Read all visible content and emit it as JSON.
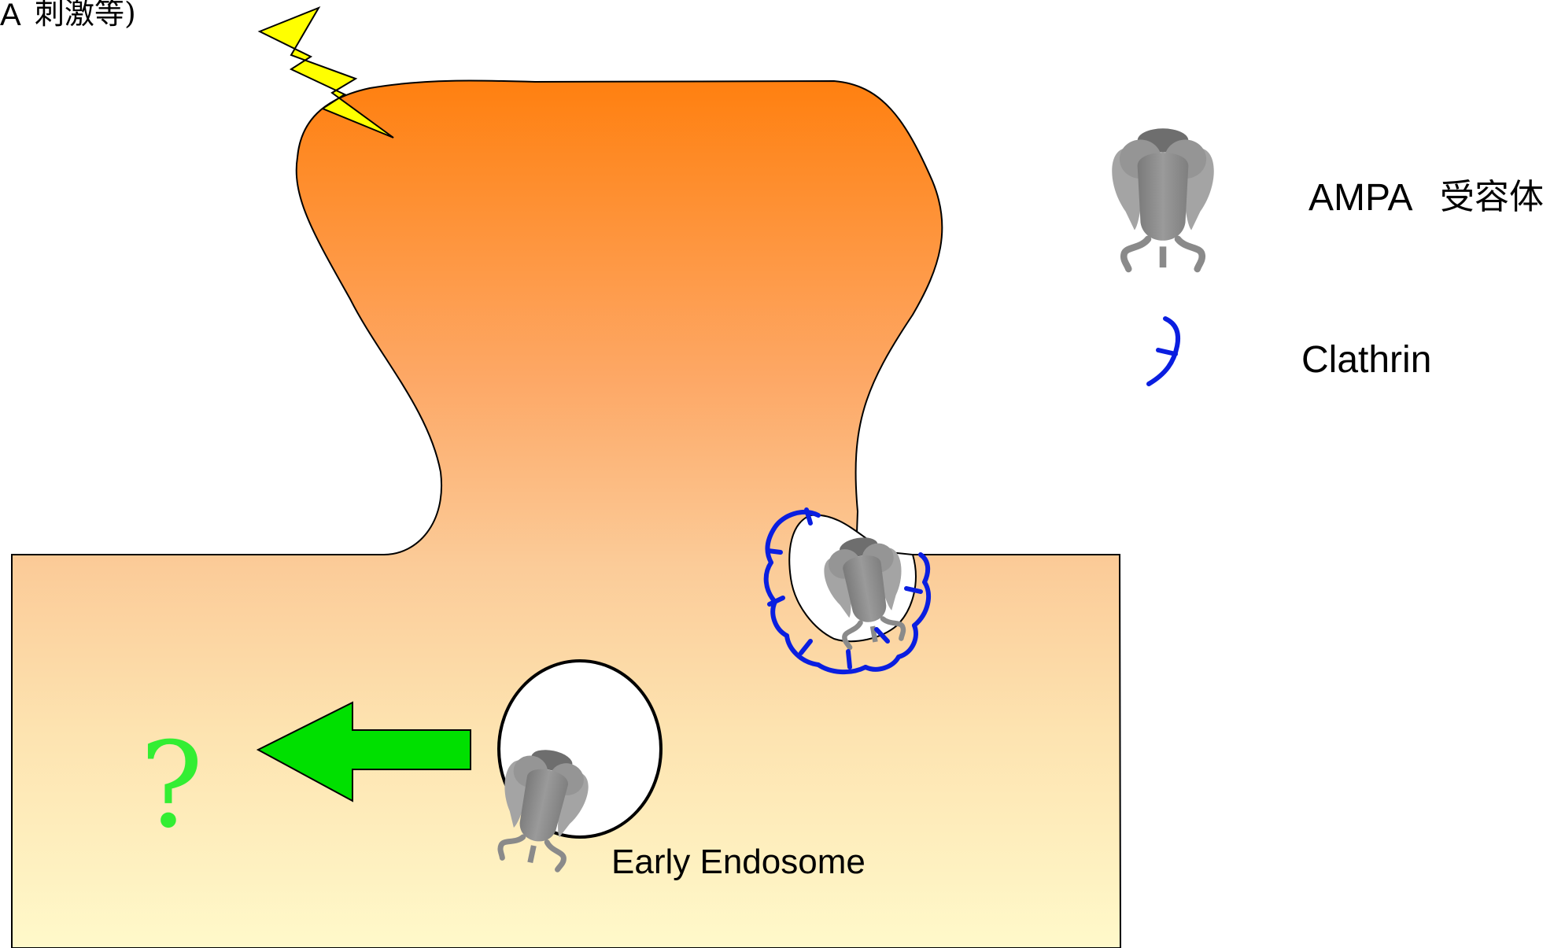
{
  "header": {
    "caption_prefix": "A",
    "caption_cjk": "刺激等)"
  },
  "legend": {
    "ampa_label_prefix": "AMPA",
    "ampa_label_cjk": "受容体",
    "clathrin_label": "Clathrin"
  },
  "diagram": {
    "endosome_label": "Early Endosome",
    "question_mark": "?"
  },
  "colors": {
    "spine_top": "#FF7F0E",
    "spine_mid": "#FDA866",
    "dendrite_top": "#FCCF9A",
    "dendrite_bottom": "#FFF8C8",
    "bolt": "#FFFF00",
    "arrow": "#00E000",
    "question": "#33EE33",
    "clathrin": "#0A1EE0",
    "receptor": "#8C8C8C"
  },
  "icons": [
    "lightning-icon",
    "ampa-receptor-icon",
    "clathrin-icon",
    "arrow-left-icon"
  ]
}
